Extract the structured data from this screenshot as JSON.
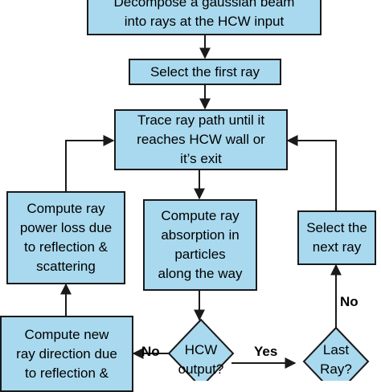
{
  "boxes": {
    "decompose": "Decompose a gaussian beam\ninto rays at the HCW input",
    "select_first": "Select the first ray",
    "trace": "Trace ray path until it\nreaches HCW wall or\nit’s exit",
    "power_loss": "Compute ray\npower loss due\nto reflection &\nscattering",
    "absorption": "Compute ray\nabsorption in\nparticles\nalong the way",
    "select_next": "Select the\nnext ray",
    "new_direction": "Compute new\nray direction due\nto reflection &"
  },
  "decisions": {
    "hcw_output": "HCW\noutput?",
    "last_ray": "Last\nRay?"
  },
  "edge_labels": {
    "no_left": "No",
    "yes": "Yes",
    "no_right": "No"
  },
  "colors": {
    "box_fill": "#a9d9ee",
    "border": "#1a1a1a"
  }
}
